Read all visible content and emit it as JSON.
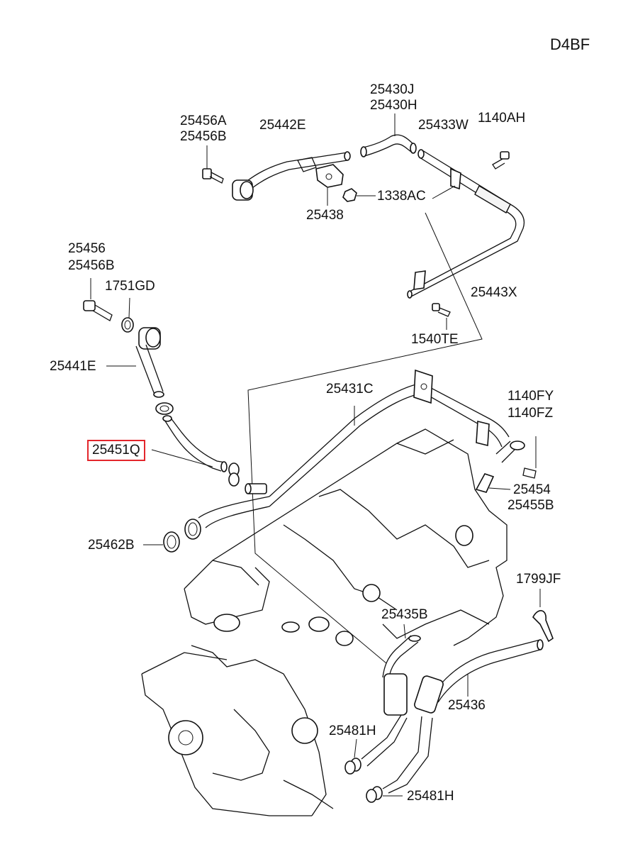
{
  "diagram_code": "D4BF",
  "highlight_color": "#e3262c",
  "labels": {
    "p25430J": "25430J",
    "p25430H": "25430H",
    "p25456A": "25456A",
    "p25456B_top": "25456B",
    "p25442E": "25442E",
    "p25433W": "25433W",
    "p1140AH": "1140AH",
    "p1338AC": "1338AC",
    "p25438": "25438",
    "p25456": "25456",
    "p25456B_mid": "25456B",
    "p1751GD": "1751GD",
    "p25443X": "25443X",
    "p1540TE": "1540TE",
    "p25441E": "25441E",
    "p25431C": "25431C",
    "p1140FY": "1140FY",
    "p1140FZ": "1140FZ",
    "p25451Q": "25451Q",
    "p25454": "25454",
    "p25455B": "25455B",
    "p25462B": "25462B",
    "p1799JF": "1799JF",
    "p25435B": "25435B",
    "p25436": "25436",
    "p25481H_a": "25481H",
    "p25481H_b": "25481H"
  }
}
